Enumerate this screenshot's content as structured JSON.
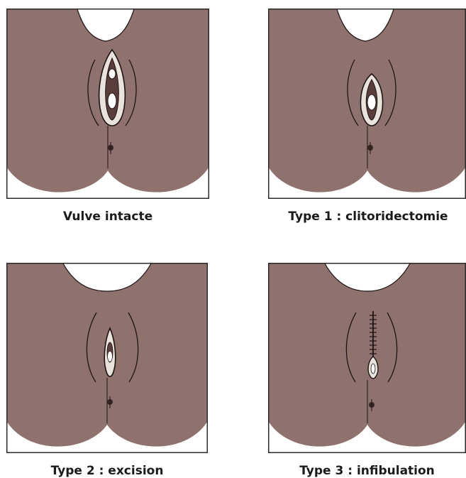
{
  "colors": {
    "skin": "#8f716e",
    "frame": "#2b2b2b",
    "line": "#1e1414",
    "background": "#ffffff"
  },
  "panels": [
    {
      "caption": "Vulve intacte",
      "variant": "intact"
    },
    {
      "caption": "Type 1 : clitoridectomie",
      "variant": "type1"
    },
    {
      "caption": "Type 2 : excision",
      "variant": "type2"
    },
    {
      "caption": "Type 3 : infibulation",
      "variant": "type3"
    }
  ]
}
